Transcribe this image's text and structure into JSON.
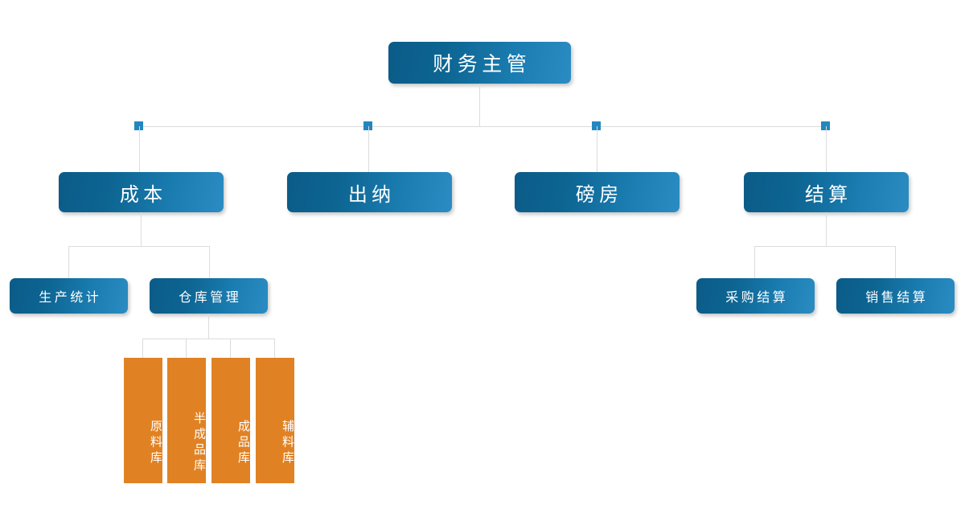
{
  "chart_data": {
    "type": "diagram",
    "title": "财务主管组织结构图",
    "orientation": "top-down",
    "levels": 4
  },
  "theme": {
    "background": "#ffffff",
    "blue_dark": "#0b5b88",
    "blue_light": "#2a8cc2",
    "orange": "#e08224",
    "connector": "#dcdcdc",
    "marker": "#2387bf",
    "node_text": "#ffffff"
  },
  "nodes": {
    "root": {
      "label": "财务主管"
    },
    "level2": [
      {
        "label": "成本"
      },
      {
        "label": "出纳"
      },
      {
        "label": "磅房"
      },
      {
        "label": "结算"
      }
    ],
    "cost_children": [
      {
        "label": "生产统计"
      },
      {
        "label": "仓库管理"
      }
    ],
    "settlement_children": [
      {
        "label": "采购结算"
      },
      {
        "label": "销售结算"
      }
    ],
    "warehouse_children": [
      {
        "label": "原料库"
      },
      {
        "label": "半成品库"
      },
      {
        "label": "成品库"
      },
      {
        "label": "辅料库"
      }
    ]
  }
}
